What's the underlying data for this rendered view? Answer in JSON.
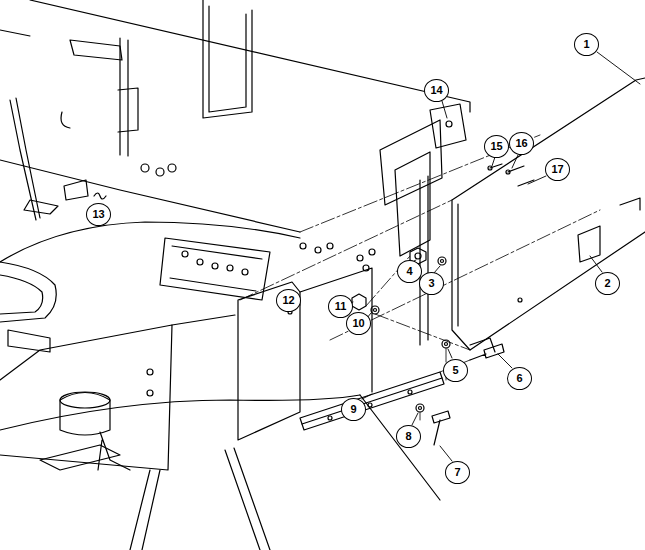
{
  "diagram": {
    "labels": [
      "1",
      "2",
      "3",
      "4",
      "5",
      "6",
      "7",
      "8",
      "9",
      "10",
      "11",
      "12",
      "13",
      "14",
      "15",
      "16",
      "17"
    ]
  }
}
